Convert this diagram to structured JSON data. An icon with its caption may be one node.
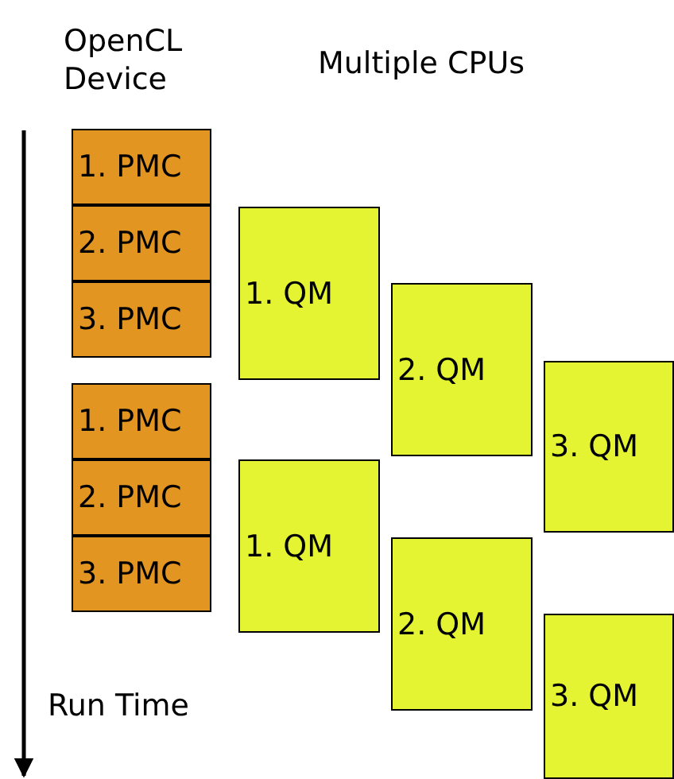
{
  "diagram": {
    "nodes": [
      {
        "text": [
          "1. PMC"
        ]
      },
      {
        "text": [
          "2. PMC"
        ]
      },
      {
        "text": [
          "3. PMC"
        ]
      },
      {
        "text": [
          "1. PMC"
        ]
      },
      {
        "text": [
          "2. PMC"
        ]
      },
      {
        "text": [
          "3. PMC"
        ]
      },
      {
        "text": [
          "1. QM"
        ]
      },
      {
        "text": [
          "2. QM"
        ]
      },
      {
        "text": [
          "3. QM"
        ]
      },
      {
        "text": [
          "1. QM"
        ]
      },
      {
        "text": [
          "2. QM"
        ]
      },
      {
        "text": [
          "3. QM"
        ]
      }
    ],
    "labels": [
      "OpenCL Device",
      "Multiple CPUs",
      "Run Time"
    ]
  }
}
